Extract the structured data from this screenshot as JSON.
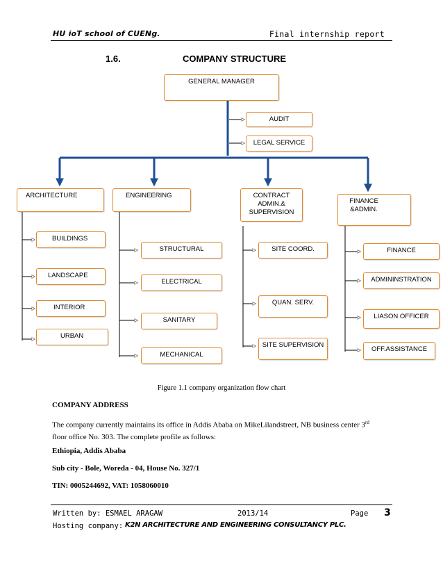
{
  "header": {
    "school": "HU ioT school of CUENg.",
    "report": "Final internship report"
  },
  "section": {
    "number": "1.6.",
    "title": "COMPANY STRUCTURE"
  },
  "org": {
    "gm": "GENERAL MANAGER",
    "audit": "AUDIT",
    "legal": "LEGAL SERVICE",
    "arch": "ARCHITECTURE",
    "eng": "ENGINEERING",
    "contract": "CONTRACT ADMIN.& SUPERVISION",
    "finance_head": "FINANCE &ADMIN.",
    "buildings": "BUILDINGS",
    "landscape": "LANDSCAPE",
    "interior": "INTERIOR",
    "urban": "URBAN",
    "structural": "STRUCTURAL",
    "electrical": "ELECTRICAL",
    "sanitary": "SANITARY",
    "mechanical": "MECHANICAL",
    "site_coord": "SITE COORD.",
    "quan_serv": "QUAN. SERV.",
    "site_supervision": "SITE SUPERVISION",
    "finance": "FINANCE",
    "administration": "ADMININSTRATION",
    "liason": "LIASON OFFICER",
    "off_assist": "OFF.ASSISTANCE"
  },
  "caption": "Figure 1.1 company organization flow chart",
  "address": {
    "heading": "COMPANY ADDRESS",
    "p1_a": "The company currently maintains its office in Addis Ababa on MikeLilandstreet, NB business center 3",
    "p1_sup": "rd",
    "p1_b": "floor office No. 303. The complete profile as follows:",
    "location": "Ethiopia, Addis Ababa",
    "subcity": "Sub city - Bole, Woreda - 04, House No. 327/1",
    "tin": "TIN: 0005244692, VAT: 1058060010"
  },
  "footer": {
    "written_by": "Written by: ESMAEL ARAGAW",
    "year": "2013/14",
    "page_label": "Page",
    "page_num": "3",
    "hosting_label": "Hosting company:",
    "company": "K2N ARCHITECTURE AND ENGINEERING CONSULTANCY PLC."
  },
  "colors": {
    "box_border": "#e08a2e",
    "connector": "#1f4e96"
  }
}
